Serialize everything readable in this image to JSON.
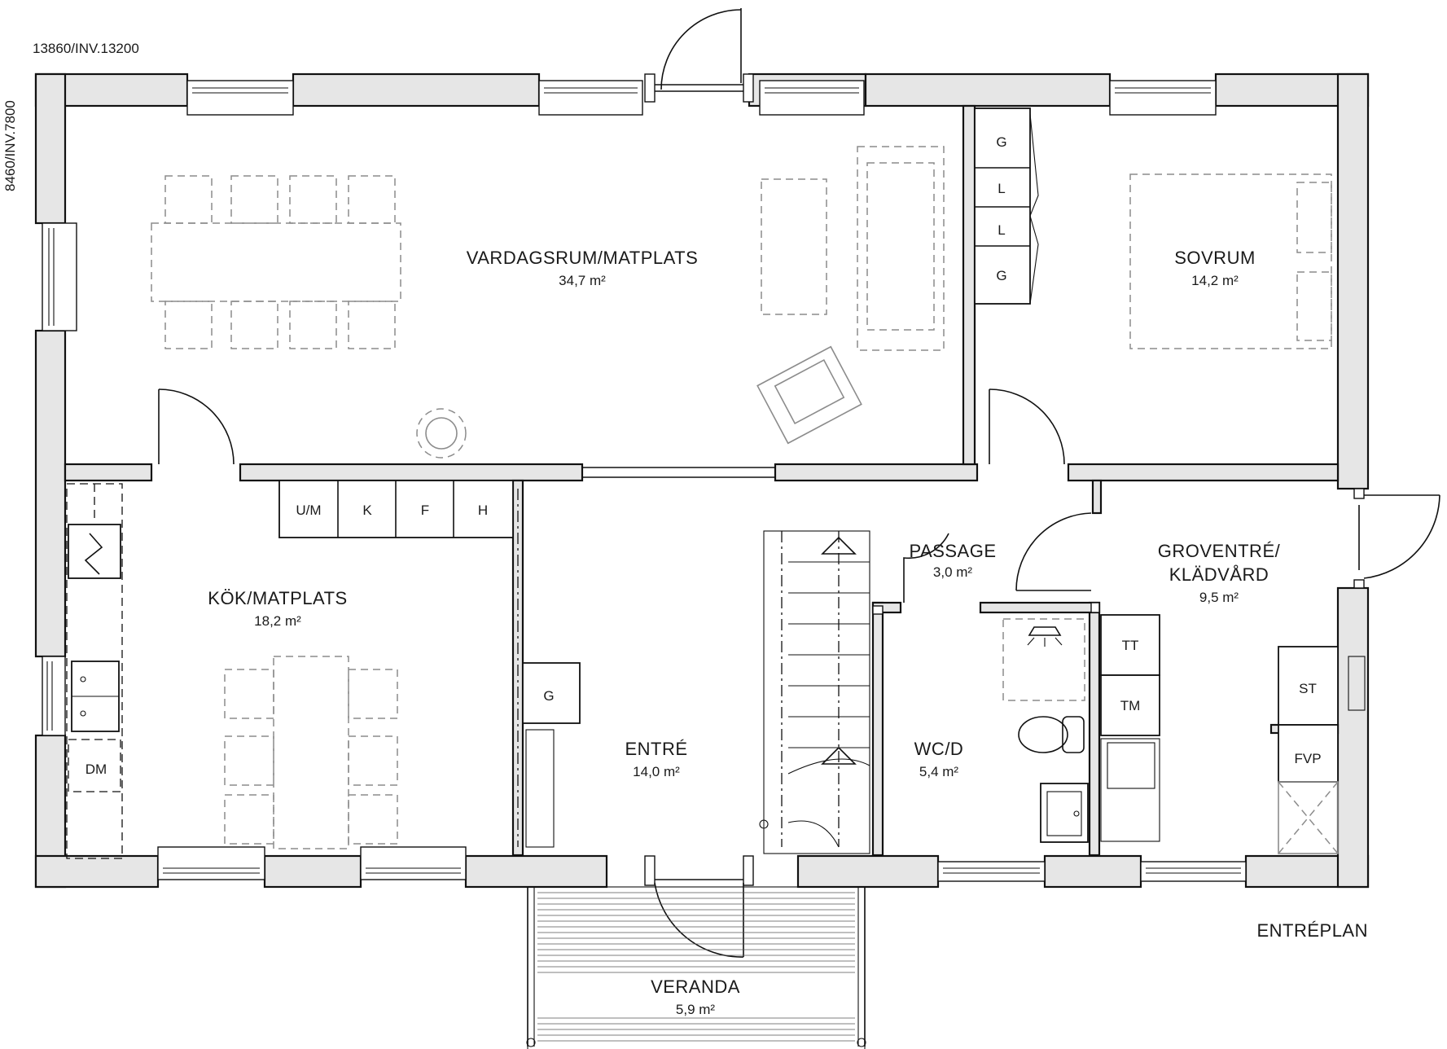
{
  "dimensions": {
    "width_label": "13860/INV.13200",
    "height_label": "8460/INV.7800"
  },
  "plan_title": "ENTRÉPLAN",
  "rooms": {
    "vardagsrum": {
      "name": "VARDAGSRUM/MATPLATS",
      "area": "34,7 m²"
    },
    "sovrum": {
      "name": "SOVRUM",
      "area": "14,2 m²"
    },
    "kok": {
      "name": "KÖK/MATPLATS",
      "area": "18,2 m²"
    },
    "entre": {
      "name": "ENTRÉ",
      "area": "14,0 m²"
    },
    "passage": {
      "name": "PASSAGE",
      "area": "3,0 m²"
    },
    "wc": {
      "name": "WC/D",
      "area": "5,4 m²"
    },
    "groventre": {
      "name_line1": "GROVENTRÉ/",
      "name_line2": "KLÄDVÅRD",
      "area": "9,5 m²"
    },
    "veranda": {
      "name": "VERANDA",
      "area": "5,9 m²"
    }
  },
  "fixtures": {
    "kitchen_um": "U/M",
    "kitchen_k": "K",
    "kitchen_f": "F",
    "kitchen_h": "H",
    "dishwasher": "DM",
    "hall_wardrobe": "G",
    "closet_1": "G",
    "closet_2": "L",
    "closet_3": "L",
    "closet_4": "G",
    "tumble_dryer": "TT",
    "washing_machine": "TM",
    "cabinet_st": "ST",
    "heat_pump": "FVP"
  }
}
